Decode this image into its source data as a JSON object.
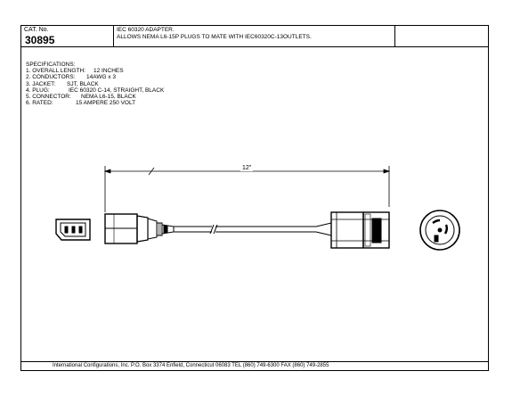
{
  "title_block": {
    "cat_label": "CAT. No.",
    "cat_number": "30895",
    "title_line1": "IEC 60320 ADAPTER.",
    "title_line2": "ALLOWS NEMA L6-15P PLUGS TO MATE WITH IEC60320C-13OUTLETS."
  },
  "specifications": {
    "heading": "SPECIFICATIONS:",
    "items": [
      {
        "key": "1. OVERALL LENGTH:",
        "value": "12 INCHES"
      },
      {
        "key": "2. CONDUCTORS:",
        "value": "14AWG x 3"
      },
      {
        "key": "3. JACKET:",
        "value": "SJT, BLACK"
      },
      {
        "key": "4. PLUG:",
        "value": "IEC 60320 C-14, STRAIGHT, BLACK"
      },
      {
        "key": "5. CONNECTOR:",
        "value": "NEMA L6-15, BLACK"
      },
      {
        "key": "6. RATED:",
        "value": "15 AMPERE 250 VOLT"
      }
    ]
  },
  "dimension": {
    "label": "12\""
  },
  "footer": {
    "text": "International Configurations, Inc.  P.O. Box 3374  Enfield, Connecticut 06083 TEL (860) 749-6300  FAX (860) 749-2855"
  }
}
